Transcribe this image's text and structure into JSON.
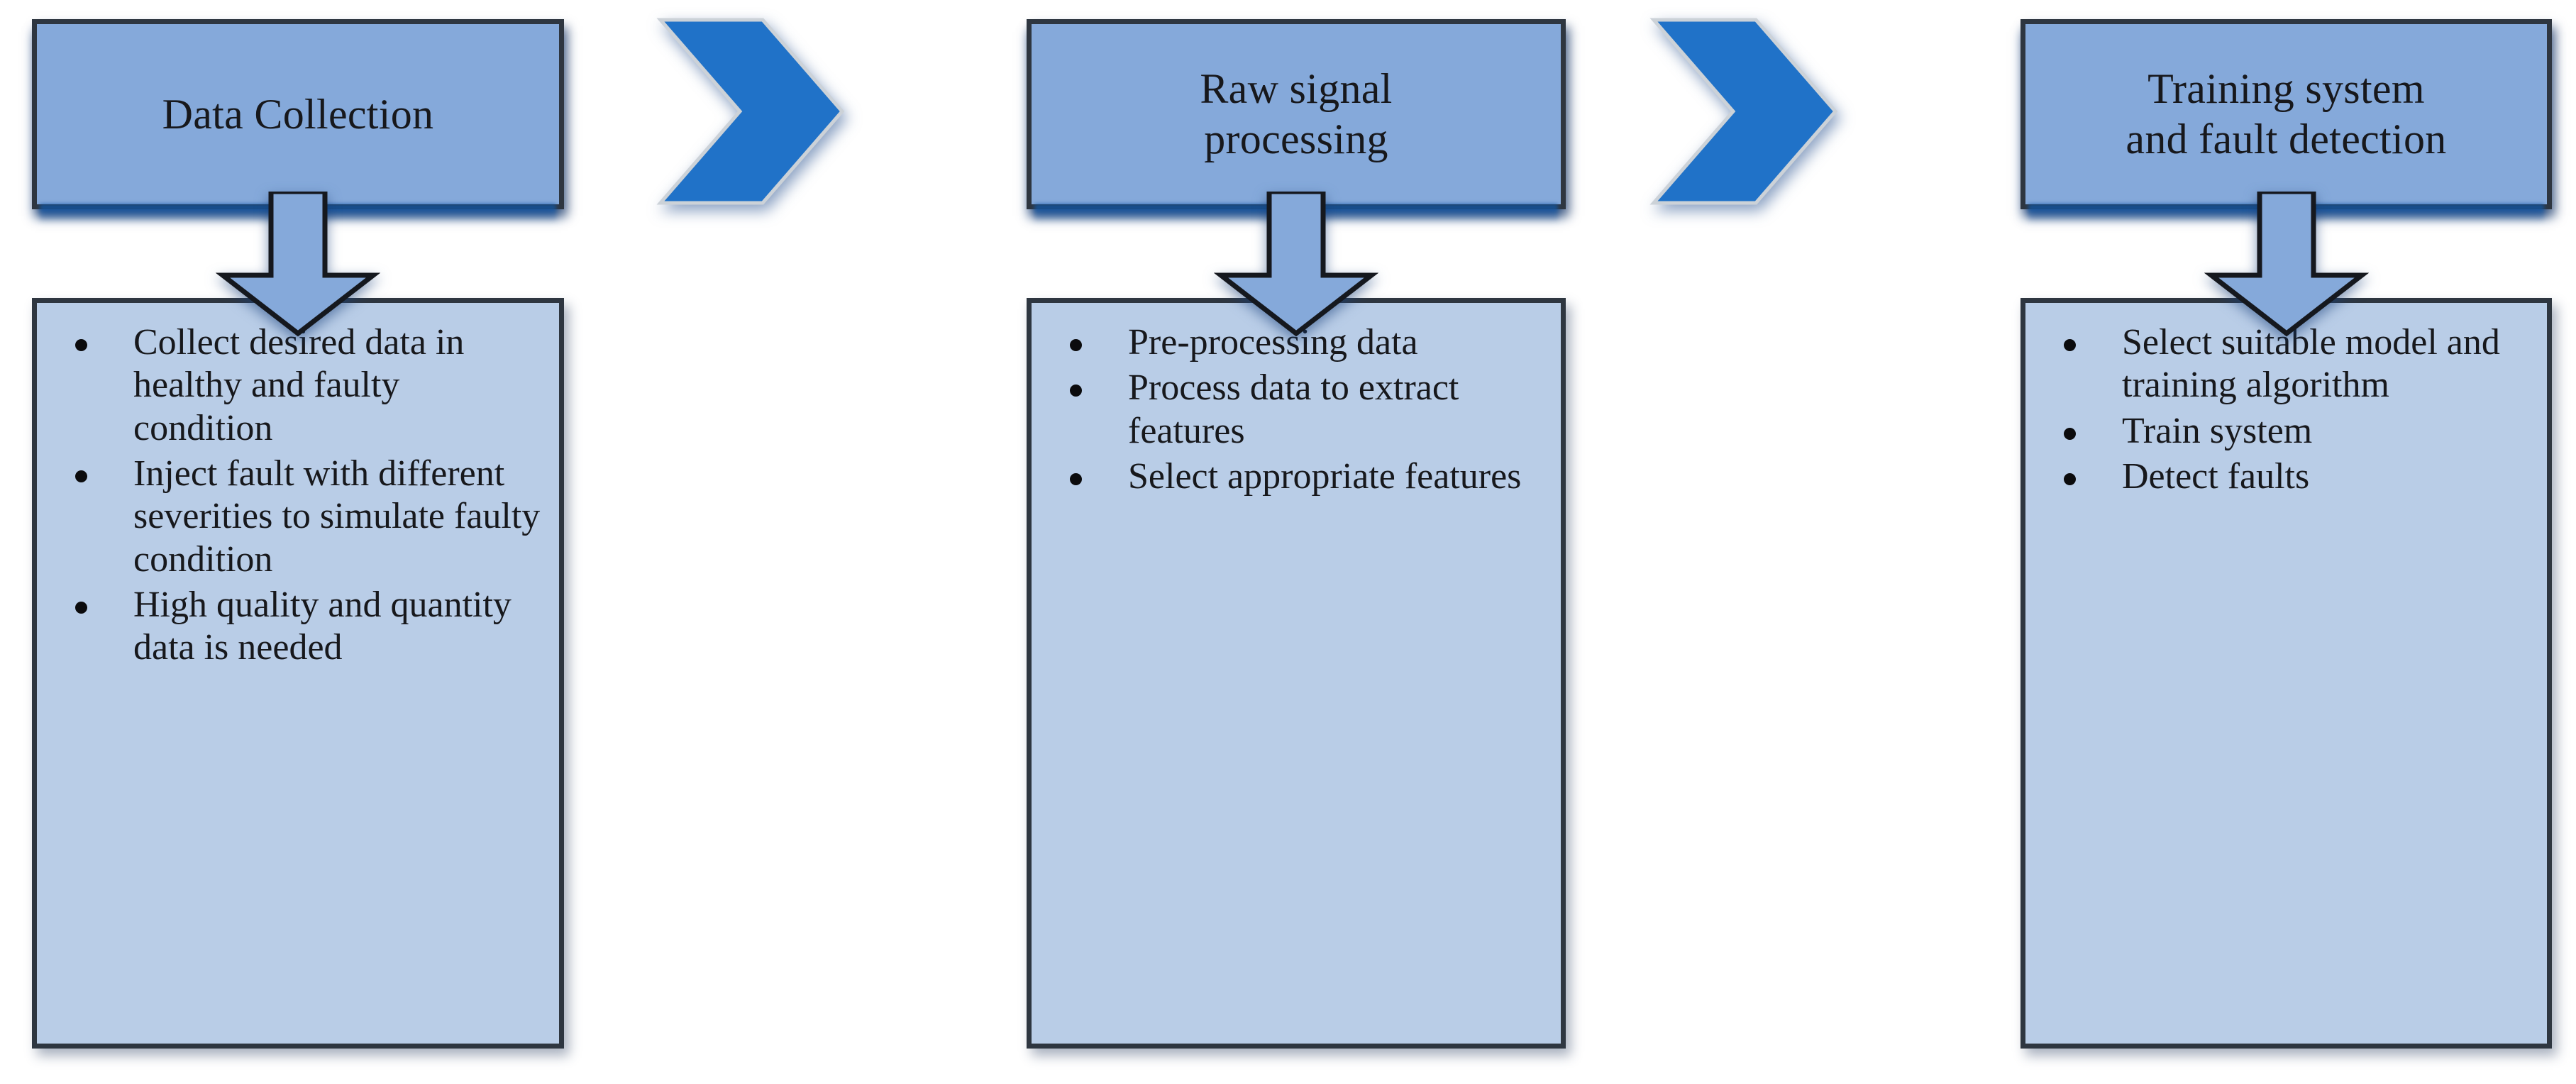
{
  "diagram": {
    "title": "Fault detection workflow",
    "colors": {
      "header_fill": "#85A9DA",
      "list_fill": "#B9CDE7",
      "border": "#2E3640",
      "chevron_fill": "#2072C8",
      "chevron_edge": "#C9CFD6",
      "text": "#17181C",
      "bullet": "#0B0B0D"
    },
    "stages": [
      {
        "id": "data-collection",
        "header": "Data Collection",
        "bullets": [
          "Collect desired data in healthy and faulty condition",
          "Inject fault with different severities to simulate faulty condition",
          "High quality and quantity data is needed"
        ]
      },
      {
        "id": "raw-signal-processing",
        "header": "Raw signal\nprocessing",
        "bullets": [
          "Pre-processing data",
          "Process data to extract features",
          "Select appropriate features"
        ]
      },
      {
        "id": "training-and-fault-detection",
        "header": "Training system\nand fault detection",
        "bullets": [
          "Select suitable model and training algorithm",
          "Train system",
          "Detect faults"
        ]
      }
    ],
    "connectors": {
      "down_arrow_label": "flow-down",
      "chevron_label": "flow-right",
      "chevron_count": 2
    }
  }
}
